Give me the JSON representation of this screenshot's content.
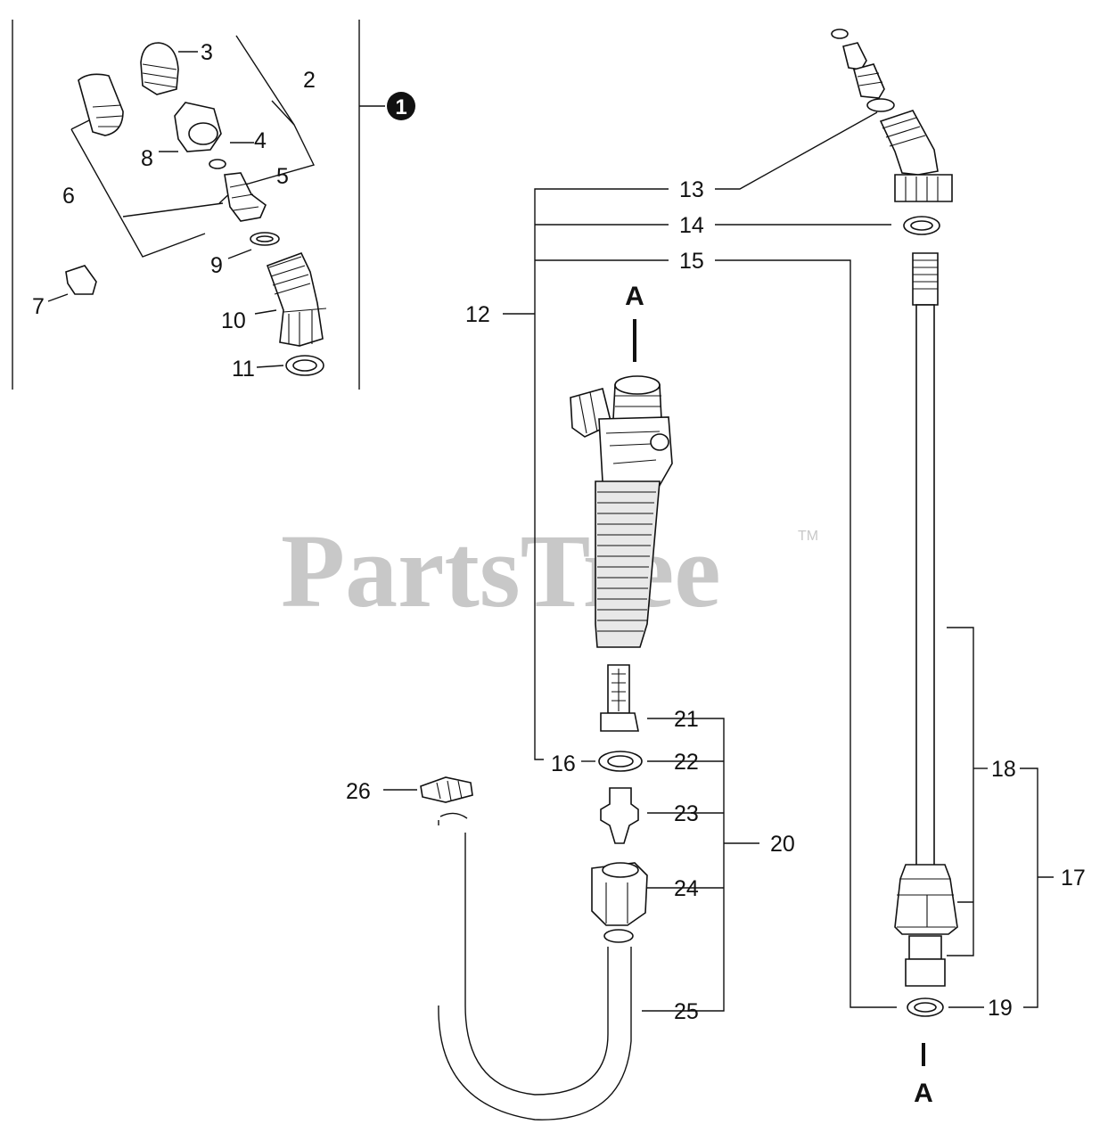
{
  "watermark": {
    "text": "PartsTree",
    "tm": "TM"
  },
  "section_marker": "A",
  "kit_badge": "1",
  "callouts": {
    "c2": "2",
    "c3": "3",
    "c4": "4",
    "c5": "5",
    "c6": "6",
    "c7": "7",
    "c8": "8",
    "c9": "9",
    "c10": "10",
    "c11": "11",
    "c12": "12",
    "c13": "13",
    "c14": "14",
    "c15": "15",
    "c16": "16",
    "c17": "17",
    "c18": "18",
    "c19": "19",
    "c20": "20",
    "c21": "21",
    "c22": "22",
    "c23": "23",
    "c24": "24",
    "c25": "25",
    "c26": "26"
  },
  "colors": {
    "line": "#111111",
    "watermark": "#c8c8c8",
    "background": "#ffffff"
  }
}
